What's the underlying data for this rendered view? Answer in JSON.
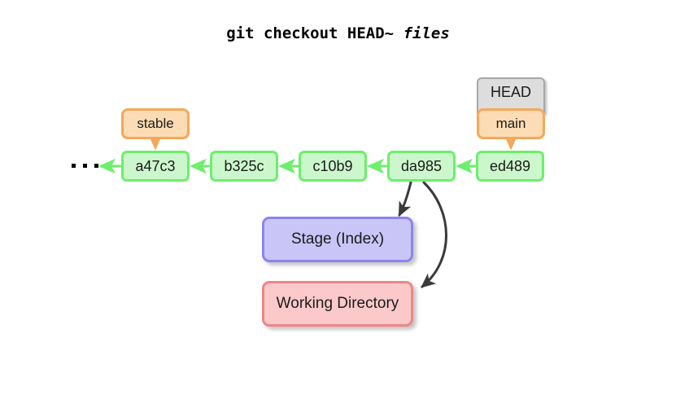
{
  "title": {
    "command": "git checkout HEAD~ ",
    "argument": "files"
  },
  "colors": {
    "commit_fill": "#ccf7cc",
    "commit_border": "#6cef6c",
    "branch_fill": "#fbdcb4",
    "branch_border": "#f5a85a",
    "head_fill": "#dddddd",
    "head_border": "#a8a8a8",
    "stage_fill": "#c9c5f7",
    "stage_border": "#8b84f0",
    "working_fill": "#fbc9c9",
    "working_border": "#f08585",
    "arrow_dark": "#3a3a3a",
    "background": "#ffffff"
  },
  "commits": [
    {
      "id": "a47c3"
    },
    {
      "id": "b325c"
    },
    {
      "id": "c10b9"
    },
    {
      "id": "da985"
    },
    {
      "id": "ed489"
    }
  ],
  "refs": {
    "stable": "stable",
    "head": "HEAD",
    "main": "main"
  },
  "areas": {
    "stage": "Stage (Index)",
    "working": "Working Directory"
  },
  "history_ellipsis": "..."
}
